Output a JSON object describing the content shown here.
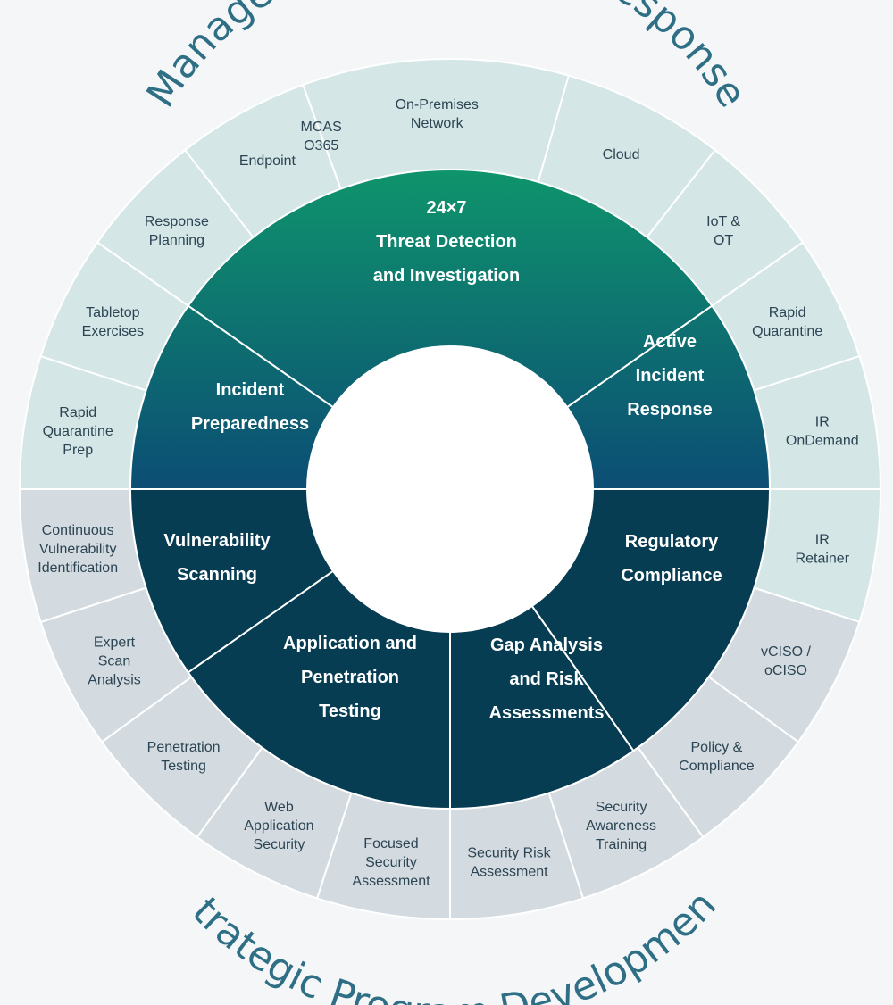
{
  "titles": {
    "top": "Managed Detection and Response",
    "bottom": "Strategic Program Development"
  },
  "colors": {
    "outer_top": "#d4e6e6",
    "outer_bottom": "#d3dbe0",
    "inner_mdr_green": "#0f946c",
    "inner_mdr_blue": "#0c4d74",
    "inner_spd": "#063d53",
    "title": "#2f6f86",
    "outer_text": "#2c4453"
  },
  "inner_segments": [
    {
      "label": [
        "24×7",
        "Threat Detection",
        "and Investigation"
      ],
      "group": "mdr"
    },
    {
      "label": [
        "Active",
        "Incident",
        "Response"
      ],
      "group": "mdr"
    },
    {
      "label": [
        "Regulatory",
        "Compliance"
      ],
      "group": "spd"
    },
    {
      "label": [
        "Gap Analysis",
        "and Risk",
        "Assessments"
      ],
      "group": "spd"
    },
    {
      "label": [
        "Application and",
        "Penetration",
        "Testing"
      ],
      "group": "spd"
    },
    {
      "label": [
        "Vulnerability",
        "Scanning"
      ],
      "group": "spd"
    },
    {
      "label": [
        "Incident",
        "Preparedness"
      ],
      "group": "mdr"
    }
  ],
  "outer_segments": [
    {
      "label": [
        "On-Premises",
        "Network"
      ],
      "group": "mdr"
    },
    {
      "label": [
        "Cloud"
      ],
      "group": "mdr"
    },
    {
      "label": [
        "IoT &",
        "OT"
      ],
      "group": "mdr"
    },
    {
      "label": [
        "Rapid",
        "Quarantine"
      ],
      "group": "mdr"
    },
    {
      "label": [
        "IR",
        "OnDemand"
      ],
      "group": "mdr"
    },
    {
      "label": [
        "IR",
        "Retainer"
      ],
      "group": "mdr"
    },
    {
      "label": [
        "vCISO /",
        "oCISO"
      ],
      "group": "spd"
    },
    {
      "label": [
        "Policy &",
        "Compliance"
      ],
      "group": "spd"
    },
    {
      "label": [
        "Security",
        "Awareness",
        "Training"
      ],
      "group": "spd"
    },
    {
      "label": [
        "Security Risk",
        "Assessment"
      ],
      "group": "spd"
    },
    {
      "label": [
        "Focused",
        "Security",
        "Assessment"
      ],
      "group": "spd"
    },
    {
      "label": [
        "Web",
        "Application",
        "Security"
      ],
      "group": "spd"
    },
    {
      "label": [
        "Penetration",
        "Testing"
      ],
      "group": "spd"
    },
    {
      "label": [
        "Expert",
        "Scan",
        "Analysis"
      ],
      "group": "spd"
    },
    {
      "label": [
        "Continuous",
        "Vulnerability",
        "Identification"
      ],
      "group": "spd"
    },
    {
      "label": [
        "Rapid",
        "Quarantine",
        "Prep"
      ],
      "group": "mdr"
    },
    {
      "label": [
        "Tabletop",
        "Exercises"
      ],
      "group": "mdr"
    },
    {
      "label": [
        "Response",
        "Planning"
      ],
      "group": "mdr"
    },
    {
      "label": [
        "Endpoint"
      ],
      "group": "mdr"
    },
    {
      "label": [
        "MCAS",
        "O365"
      ],
      "group": "mdr"
    }
  ]
}
